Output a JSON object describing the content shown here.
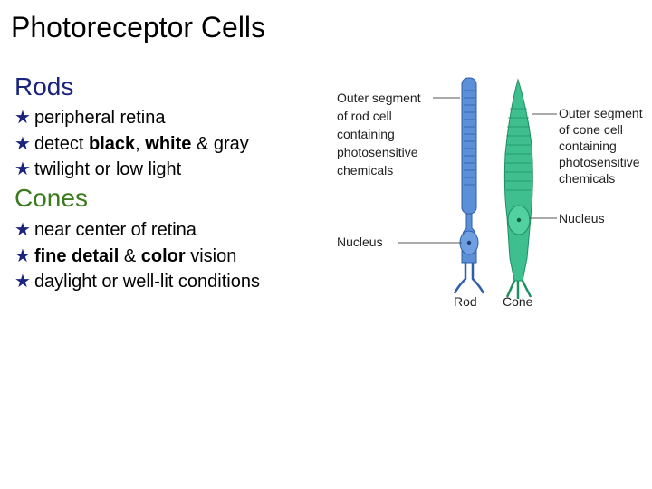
{
  "title": "Photoreceptor Cells",
  "rods": {
    "heading": "Rods",
    "bullets": [
      {
        "star": "★",
        "parts": [
          "peripheral retina"
        ]
      },
      {
        "star": "★",
        "parts": [
          "detect ",
          "black",
          ", ",
          "white",
          " & gray"
        ]
      },
      {
        "star": "★",
        "parts": [
          "twilight or low light"
        ]
      }
    ]
  },
  "cones": {
    "heading": "Cones",
    "bullets": [
      {
        "star": "★",
        "parts": [
          "near center of retina"
        ]
      },
      {
        "star": "★",
        "parts": [
          "fine detail",
          " & ",
          "color",
          " vision"
        ]
      },
      {
        "star": "★",
        "parts": [
          "daylight or well-lit conditions"
        ]
      }
    ]
  },
  "diagram": {
    "rod_outer_label": [
      "Outer segment",
      "of rod cell",
      "containing",
      "photosensitive",
      "chemicals"
    ],
    "rod_nucleus_label": "Nucleus",
    "cone_outer_label": [
      "Outer segment",
      "of cone cell",
      "containing",
      "photosensitive",
      "chemicals"
    ],
    "cone_nucleus_label": "Nucleus",
    "rod_caption": "Rod",
    "cone_caption": "Cone",
    "colors": {
      "rod": "#5b8fd8",
      "cone": "#3fbf8f"
    }
  }
}
